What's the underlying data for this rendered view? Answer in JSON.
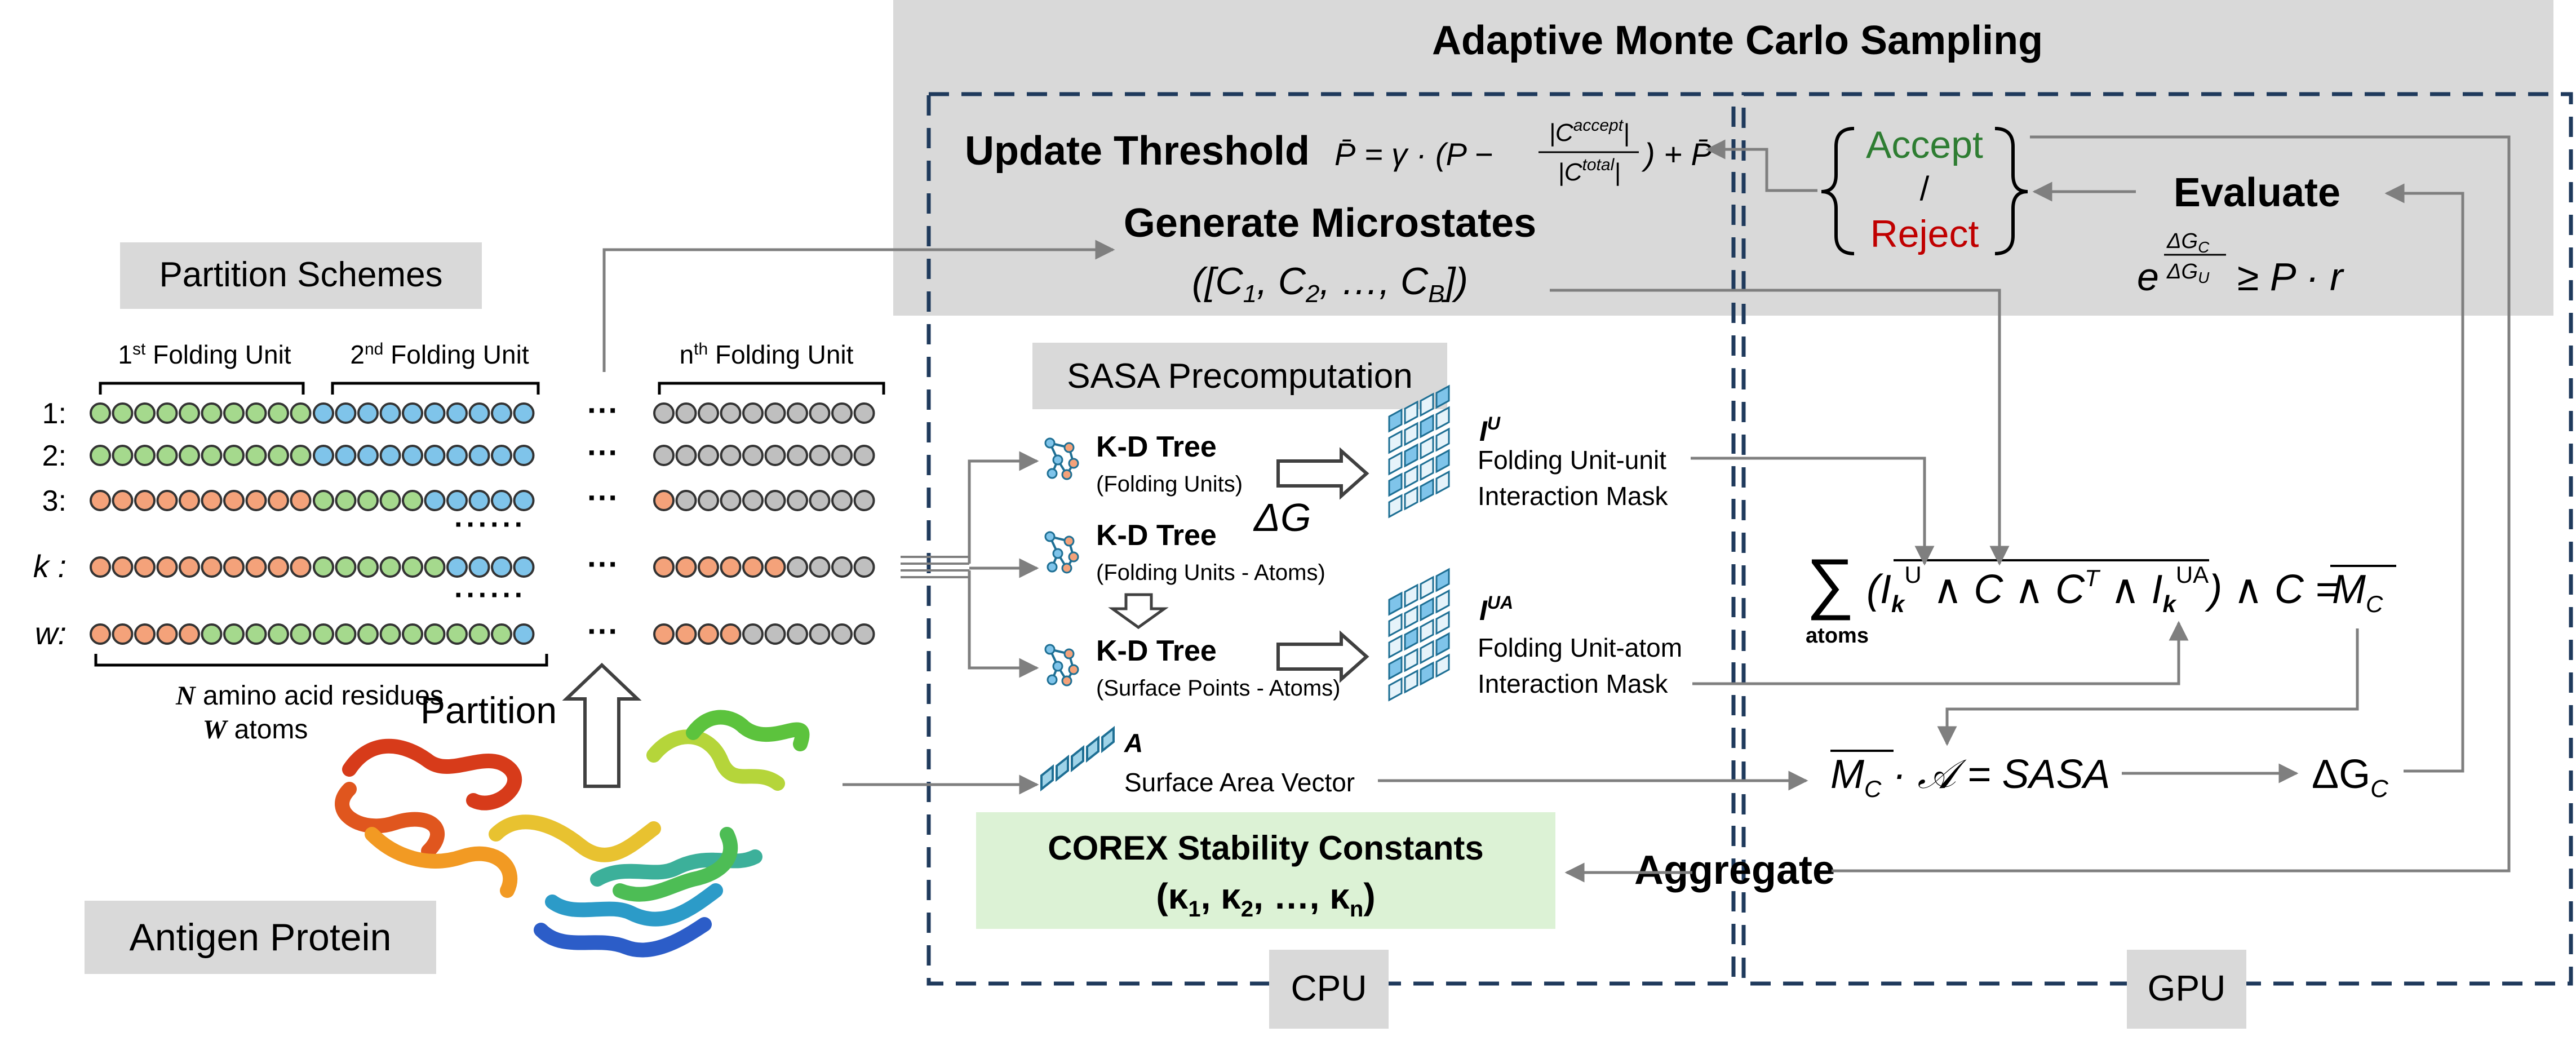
{
  "title": "Adaptive Monte Carlo Sampling",
  "update_threshold": {
    "label": "Update Threshold"
  },
  "generate": {
    "label": "Generate Microstates",
    "sub": "([C",
    "sub_tail": ", …, C"
  },
  "accept_reject": {
    "accept": "Accept",
    "slash": "/",
    "reject": "Reject"
  },
  "evaluate": {
    "label": "Evaluate",
    "ge": "≥ P · r"
  },
  "partition_schemes": {
    "label": "Partition Schemes",
    "unit1": "Folding Unit",
    "unit1_sup": "st",
    "unit1_num": "1",
    "unit2": "Folding Unit",
    "unit2_sup": "nd",
    "unit2_num": "2",
    "unitn": "Folding Unit",
    "unitn_sup": "th",
    "unitn_num": "n",
    "rows": [
      "1:",
      "2:",
      "3:",
      "k :",
      "w:"
    ],
    "residues": "amino acid residues",
    "residues_n": "N",
    "atoms": "atoms",
    "atoms_w": "W",
    "ellipsis": "···",
    "dots": "······"
  },
  "partition": {
    "label": "Partition"
  },
  "antigen": {
    "label": "Antigen Protein"
  },
  "sasa": {
    "label": "SASA Precomputation",
    "kd1": "K-D Tree",
    "kd1_sub": "(Folding Units)",
    "kd2": "K-D Tree",
    "kd2_sub": "(Folding Units - Atoms)",
    "kd3": "K-D Tree",
    "kd3_sub": "(Surface Points - Atoms)",
    "delta_g": "ΔG",
    "iu": "I",
    "iu_sup": "U",
    "iu_label1": "Folding Unit-unit",
    "iu_label2": "Interaction Mask",
    "iua": "I",
    "iua_sup": "UA",
    "iua_label1": "Folding Unit-atom",
    "iua_label2": "Interaction Mask",
    "a": "A",
    "a_label": "Surface Area Vector"
  },
  "sum_eq": {
    "atoms": "atoms",
    "eq": "= SASA",
    "dgc": "ΔG"
  },
  "corex": {
    "label": "COREX Stability Constants",
    "constants": "(κ"
  },
  "aggregate": {
    "label": "Aggregate"
  },
  "cpu": {
    "label": "CPU"
  },
  "gpu": {
    "label": "GPU"
  },
  "colors": {
    "gray_box": "#d9d9d9",
    "green_box": "#dcf2d5",
    "green": "#a5d98d",
    "blue": "#7fc4ea",
    "orange": "#f4a27a",
    "gray_circle": "#bfbfbf",
    "accept": "#2e7d32",
    "reject": "#c00000",
    "dash": "#1f3a5c",
    "arrow": "#7f7f7f"
  },
  "residue_rows": [
    {
      "seg1": [
        "green",
        "green",
        "green",
        "green",
        "green",
        "green",
        "green",
        "green",
        "green",
        "green"
      ],
      "seg2": [
        "blue",
        "blue",
        "blue",
        "blue",
        "blue",
        "blue",
        "blue",
        "blue",
        "blue",
        "blue"
      ],
      "segn": [
        "gray",
        "gray",
        "gray",
        "gray",
        "gray",
        "gray",
        "gray",
        "gray",
        "gray",
        "gray"
      ]
    },
    {
      "seg1": [
        "green",
        "green",
        "green",
        "green",
        "green",
        "green",
        "green",
        "green",
        "green",
        "green"
      ],
      "seg2": [
        "blue",
        "blue",
        "blue",
        "blue",
        "blue",
        "blue",
        "blue",
        "blue",
        "blue",
        "blue"
      ],
      "segn": [
        "gray",
        "gray",
        "gray",
        "gray",
        "gray",
        "gray",
        "gray",
        "gray",
        "gray",
        "gray"
      ]
    },
    {
      "seg1": [
        "orange",
        "orange",
        "orange",
        "orange",
        "orange",
        "orange",
        "orange",
        "orange",
        "orange",
        "orange"
      ],
      "seg2": [
        "green",
        "green",
        "green",
        "green",
        "green",
        "blue",
        "blue",
        "blue",
        "blue",
        "blue"
      ],
      "segn": [
        "orange",
        "gray",
        "gray",
        "gray",
        "gray",
        "gray",
        "gray",
        "gray",
        "gray",
        "gray"
      ]
    },
    {
      "seg1": [
        "orange",
        "orange",
        "orange",
        "orange",
        "orange",
        "orange",
        "orange",
        "orange",
        "orange",
        "orange"
      ],
      "seg2": [
        "green",
        "green",
        "green",
        "green",
        "green",
        "green",
        "blue",
        "blue",
        "blue",
        "blue"
      ],
      "segn": [
        "orange",
        "orange",
        "orange",
        "orange",
        "orange",
        "orange",
        "gray",
        "gray",
        "gray",
        "gray"
      ]
    },
    {
      "seg1": [
        "orange",
        "orange",
        "orange",
        "orange",
        "orange",
        "green",
        "green",
        "green",
        "green",
        "green"
      ],
      "seg2": [
        "green",
        "green",
        "green",
        "green",
        "green",
        "green",
        "green",
        "green",
        "green",
        "blue"
      ],
      "segn": [
        "orange",
        "orange",
        "orange",
        "orange",
        "gray",
        "gray",
        "gray",
        "gray",
        "gray",
        "gray"
      ]
    }
  ]
}
